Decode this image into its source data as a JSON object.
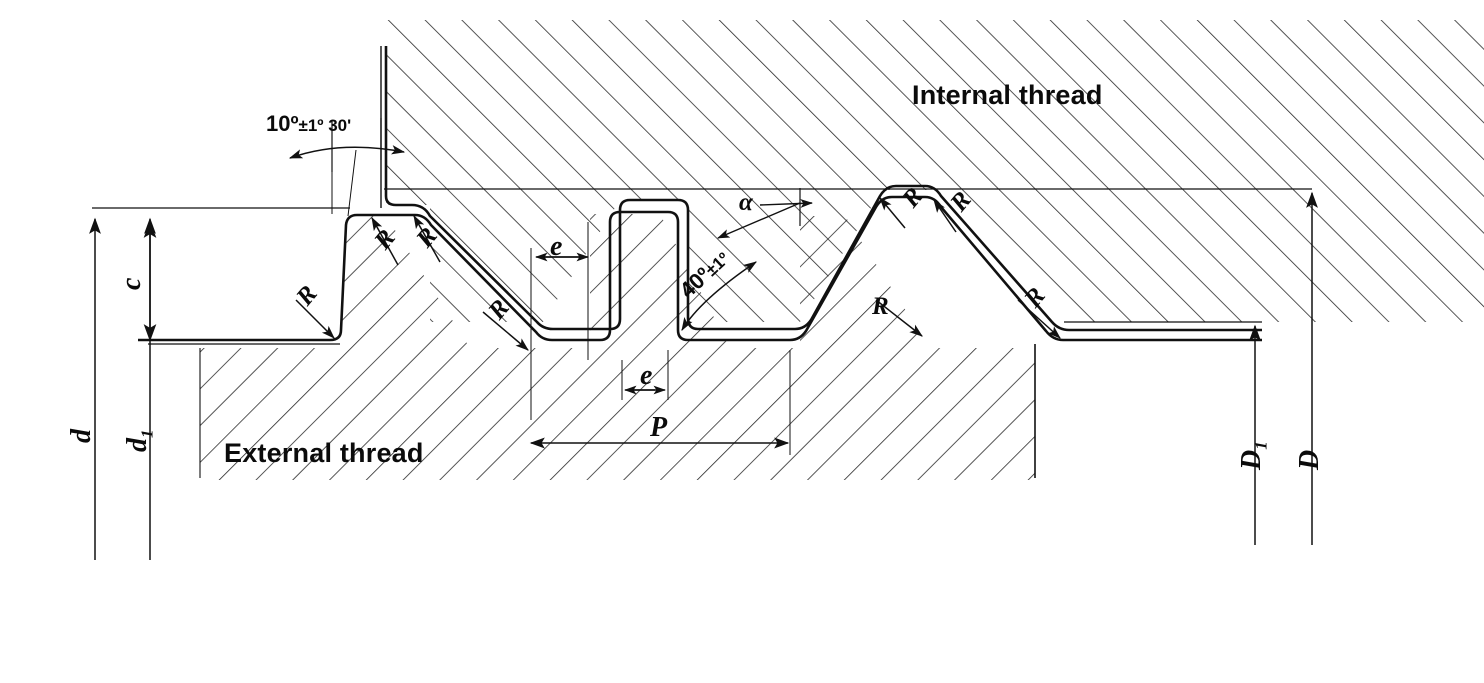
{
  "drawing": {
    "title": "Buttress thread profile — external and internal thread",
    "stroke_color": "#111111",
    "hatch_color": "#2a2a2a",
    "background": "#ffffff"
  },
  "region_labels": {
    "internal": "Internal thread",
    "external": "External thread"
  },
  "angles": {
    "flank_steep": {
      "value": "10º",
      "tolerance": "±1º 30'",
      "full": "10º ±1º 30'"
    },
    "flank_shallow": {
      "value": "40º",
      "tolerance": "±1º",
      "full": "40º ±1º"
    },
    "alpha": "α"
  },
  "dimensions": {
    "major_dia_ext": "d",
    "minor_dia_ext_base": "d",
    "minor_dia_ext_sub": "1",
    "thread_depth": "c",
    "major_dia_int_base": "D",
    "minor_dia_int_base": "D",
    "minor_dia_int_sub": "1",
    "pitch": "P",
    "flat_upper": "e",
    "flat_lower": "e"
  },
  "radius_callouts": [
    {
      "id": "r-crest-left-a",
      "label": "R"
    },
    {
      "id": "r-crest-left-b",
      "label": "R"
    },
    {
      "id": "r-root-left",
      "label": "R"
    },
    {
      "id": "r-root-mid",
      "label": "R"
    },
    {
      "id": "r-crest-right-a",
      "label": "R"
    },
    {
      "id": "r-crest-right-b",
      "label": "R"
    },
    {
      "id": "r-root-right",
      "label": "R"
    },
    {
      "id": "r-root-far",
      "label": "R"
    }
  ]
}
